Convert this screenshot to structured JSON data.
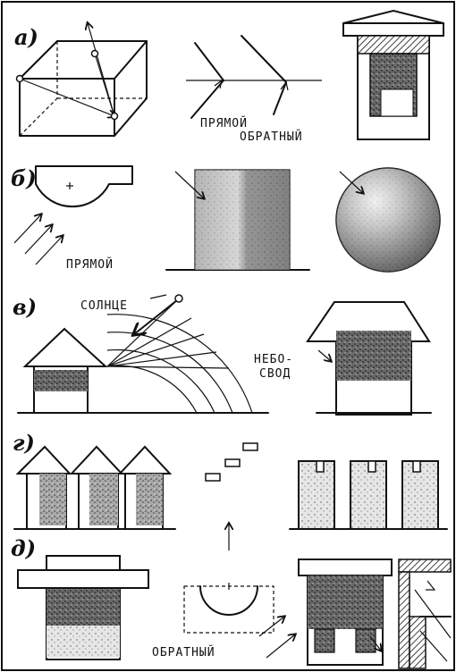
{
  "labels": {
    "a": "а)",
    "b": "б)",
    "v": "в)",
    "g": "г)",
    "d": "д)"
  },
  "text": {
    "pryamoy_a": "ПРЯМОЙ",
    "obratny_a": "ОБРАТНЫЙ",
    "pryamoy_b": "ПРЯМОЙ",
    "solntse": "СОЛНЦЕ",
    "nebo": "НЕБО-",
    "svod": "СВОД",
    "obratny_d": "ОБРАТНЫЙ"
  }
}
